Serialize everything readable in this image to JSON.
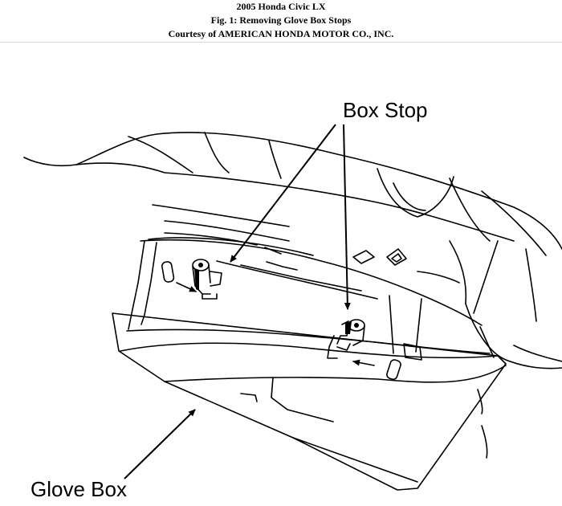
{
  "header": {
    "vehicle": "2005 Honda Civic LX",
    "figure": "Fig. 1: Removing Glove Box Stops",
    "courtesy": "Courtesy of AMERICAN HONDA MOTOR CO., INC."
  },
  "labels": {
    "box_stop": "Box Stop",
    "glove_box": "Glove Box"
  },
  "colors": {
    "line": "#000000",
    "background": "#ffffff"
  }
}
